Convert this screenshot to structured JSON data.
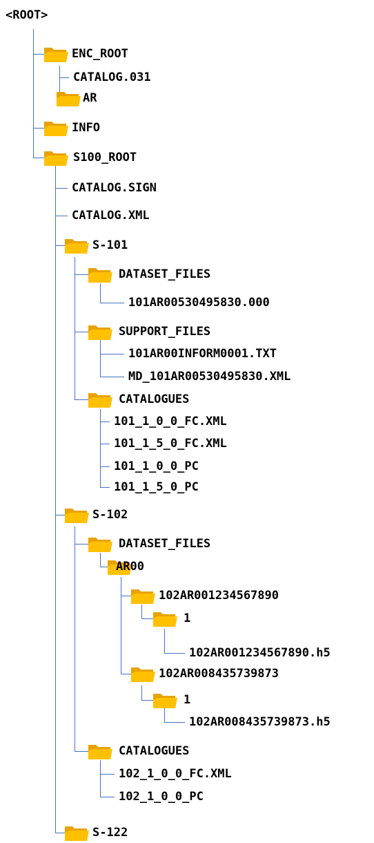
{
  "colors": {
    "line": "#4472c4",
    "folder_front": "#ffc000",
    "folder_back": "#e8a200"
  },
  "tree": [
    {
      "id": "root",
      "label": "<ROOT>",
      "depth": 0,
      "folder": false
    },
    {
      "id": "enc_root",
      "label": "ENC_ROOT",
      "depth": 1,
      "folder": true
    },
    {
      "id": "catalog_031",
      "label": "CATALOG.031",
      "depth": 2,
      "folder": false
    },
    {
      "id": "ar",
      "label": "AR",
      "depth": 2,
      "folder": true
    },
    {
      "id": "info",
      "label": "INFO",
      "depth": 1,
      "folder": true
    },
    {
      "id": "s100_root",
      "label": "S100_ROOT",
      "depth": 1,
      "folder": true
    },
    {
      "id": "catalog_sign",
      "label": "CATALOG.SIGN",
      "depth": 2,
      "folder": false
    },
    {
      "id": "catalog_xml",
      "label": "CATALOG.XML",
      "depth": 2,
      "folder": false
    },
    {
      "id": "s101",
      "label": "S-101",
      "depth": 2,
      "folder": true
    },
    {
      "id": "s101_dataset_files",
      "label": "DATASET_FILES",
      "depth": 3,
      "folder": true
    },
    {
      "id": "s101_dataset_000",
      "label": "101AR00530495830.000",
      "depth": 4,
      "folder": false
    },
    {
      "id": "s101_support_files",
      "label": "SUPPORT_FILES",
      "depth": 3,
      "folder": true
    },
    {
      "id": "s101_inform_txt",
      "label": "101AR00INFORM0001.TXT",
      "depth": 4,
      "folder": false
    },
    {
      "id": "s101_md_xml",
      "label": "MD_101AR00530495830.XML",
      "depth": 4,
      "folder": false
    },
    {
      "id": "s101_catalogues",
      "label": "CATALOGUES",
      "depth": 3,
      "folder": true
    },
    {
      "id": "s101_fc_100",
      "label": "101_1_0_0_FC.XML",
      "depth": 4,
      "folder": false
    },
    {
      "id": "s101_fc_150",
      "label": "101_1_5_0_FC.XML",
      "depth": 4,
      "folder": false
    },
    {
      "id": "s101_pc_100",
      "label": "101_1_0_0_PC",
      "depth": 4,
      "folder": false
    },
    {
      "id": "s101_pc_150",
      "label": "101_1_5_0_PC",
      "depth": 4,
      "folder": false
    },
    {
      "id": "s102",
      "label": "S-102",
      "depth": 2,
      "folder": true
    },
    {
      "id": "s102_dataset_files",
      "label": "DATASET_FILES",
      "depth": 3,
      "folder": true
    },
    {
      "id": "s102_ar00",
      "label": "AR00",
      "depth": 4,
      "folder": true
    },
    {
      "id": "s102_cell_a",
      "label": "102AR001234567890",
      "depth": 5,
      "folder": true
    },
    {
      "id": "s102_cell_a_1",
      "label": "1",
      "depth": 6,
      "folder": true
    },
    {
      "id": "s102_cell_a_h5",
      "label": "102AR001234567890.h5",
      "depth": 7,
      "folder": false
    },
    {
      "id": "s102_cell_b",
      "label": "102AR008435739873",
      "depth": 5,
      "folder": true
    },
    {
      "id": "s102_cell_b_1",
      "label": "1",
      "depth": 6,
      "folder": true
    },
    {
      "id": "s102_cell_b_h5",
      "label": "102AR008435739873.h5",
      "depth": 7,
      "folder": false
    },
    {
      "id": "s102_catalogues",
      "label": "CATALOGUES",
      "depth": 3,
      "folder": true
    },
    {
      "id": "s102_fc",
      "label": "102_1_0_0_FC.XML",
      "depth": 4,
      "folder": false
    },
    {
      "id": "s102_pc",
      "label": "102_1_0_0_PC",
      "depth": 4,
      "folder": false
    },
    {
      "id": "s122",
      "label": "S-122",
      "depth": 2,
      "folder": true
    }
  ]
}
